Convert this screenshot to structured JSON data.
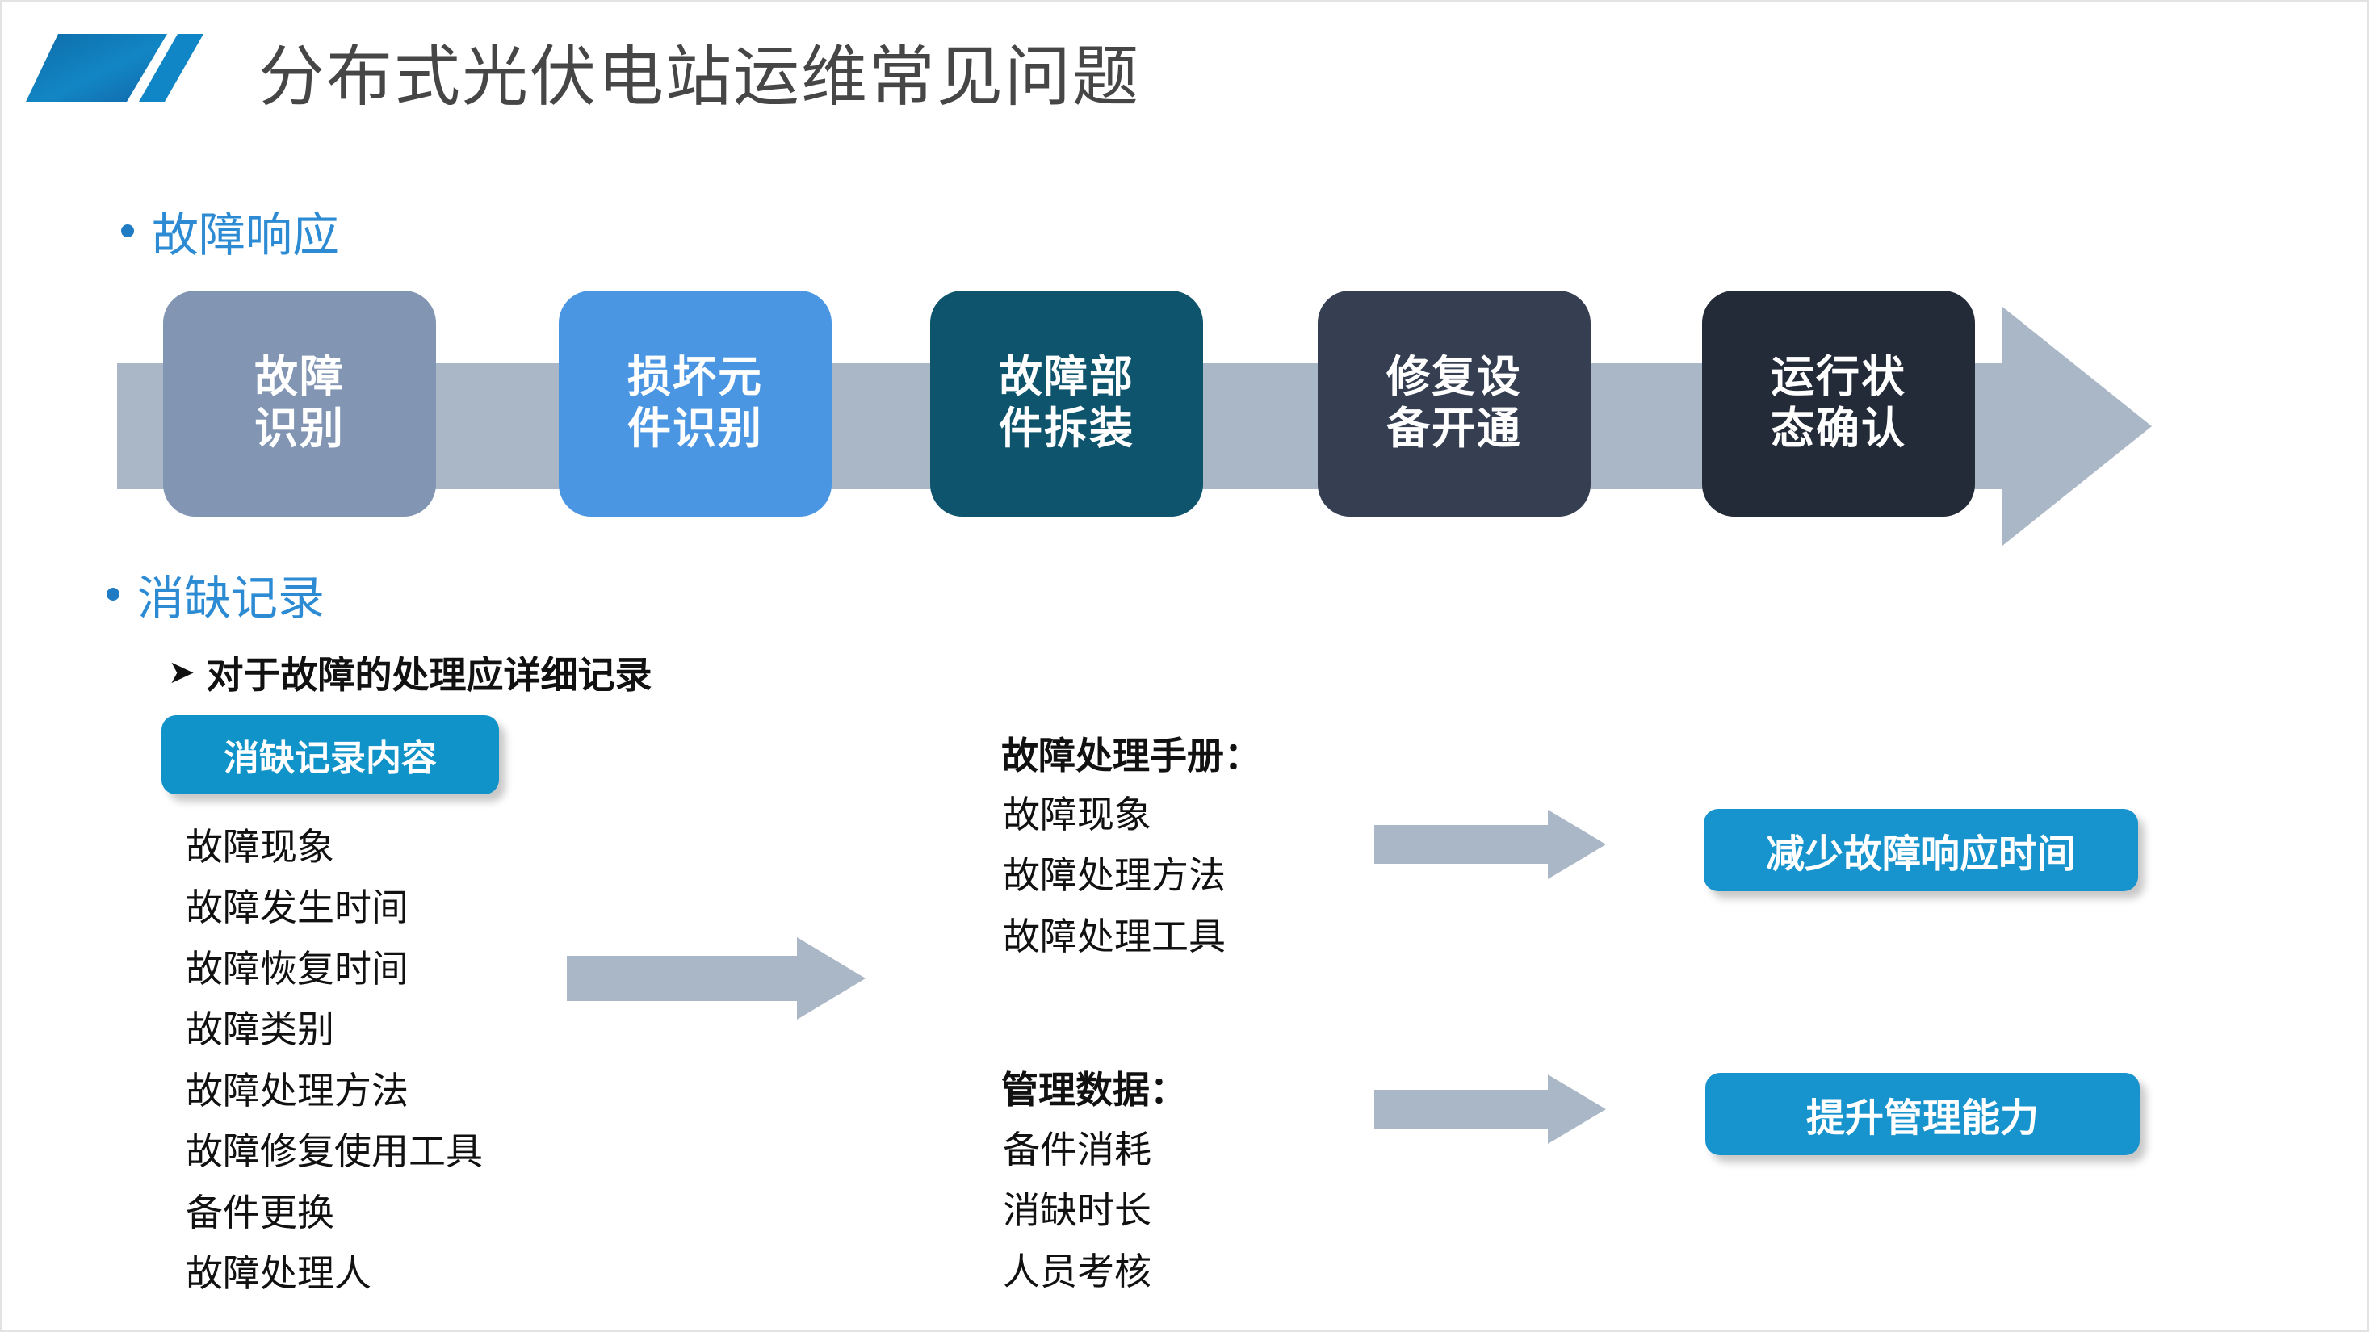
{
  "slide": {
    "title": "分布式光伏电站运维常见问题",
    "logo_icon": "parallelogram-stripes-logo"
  },
  "sections": {
    "fault_response": {
      "heading": "故障响应",
      "bullet_icon": "bullet-dot-icon",
      "flow_arrow_icon": "right-arrow-band-icon",
      "steps": [
        {
          "line1": "故障",
          "line2": "识别",
          "color": "#8296b4"
        },
        {
          "line1": "损坏元",
          "line2": "件识别",
          "color": "#4a96e2"
        },
        {
          "line1": "故障部",
          "line2": "件拆装",
          "color": "#0d546c"
        },
        {
          "line1": "修复设",
          "line2": "备开通",
          "color": "#363f52"
        },
        {
          "line1": "运行状",
          "line2": "态确认",
          "color": "#242b38"
        }
      ]
    },
    "defect_record": {
      "heading": "消缺记录",
      "bullet_icon": "bullet-dot-icon",
      "sub_bullet_icon": "chevron-right-bullet-icon",
      "sub_heading": "对于故障的处理应详细记录",
      "record_badge": "消缺记录内容",
      "record_items": [
        "故障现象",
        "故障发生时间",
        "故障恢复时间",
        "故障类别",
        "故障处理方法",
        "故障修复使用工具",
        "备件更换",
        "故障处理人"
      ],
      "manual_group": {
        "heading": "故障处理手册：",
        "items": [
          "故障现象",
          "故障处理方法",
          "故障处理工具"
        ],
        "arrow_icon": "right-block-arrow-icon",
        "result": "减少故障响应时间"
      },
      "mgmt_group": {
        "heading": "管理数据：",
        "items": [
          "备件消耗",
          "消缺时长",
          "人员考核"
        ],
        "arrow_icon": "right-block-arrow-icon",
        "result": "提升管理能力"
      },
      "flow_arrow_icon": "right-block-arrow-icon"
    }
  },
  "colors": {
    "accent_blue": "#2d8bd4",
    "badge_blue": "#1793cd",
    "gray_arrow": "#aab7c7",
    "title_gray": "#464646"
  }
}
